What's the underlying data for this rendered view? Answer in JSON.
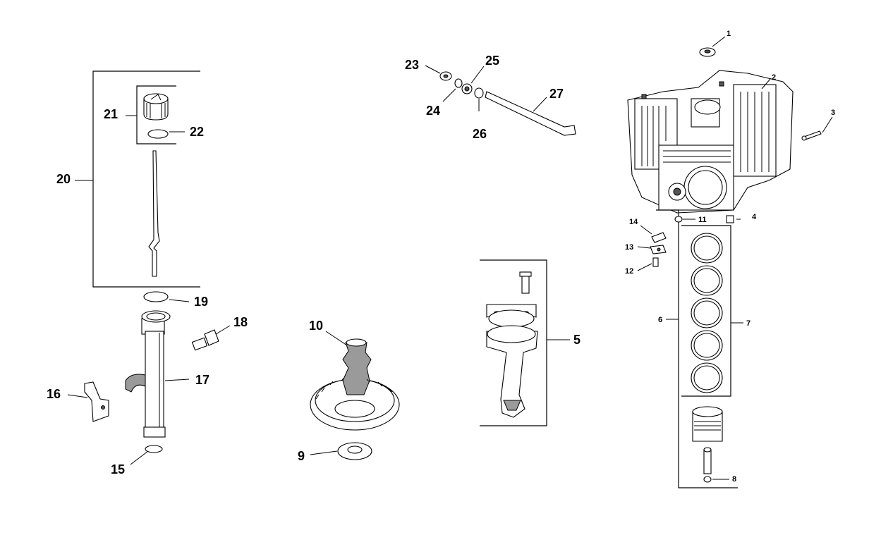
{
  "background": "#ffffff",
  "ink": "#000000",
  "callouts": {
    "c1": "1",
    "c2": "2",
    "c3": "3",
    "c4": "4",
    "c5": "5",
    "c6": "6",
    "c7": "7",
    "c8": "8",
    "c9": "9",
    "c10": "10",
    "c11": "11",
    "c12": "12",
    "c13": "13",
    "c14": "14",
    "c15": "15",
    "c16": "16",
    "c17": "17",
    "c18": "18",
    "c19": "19",
    "c20": "20",
    "c21": "21",
    "c22": "22",
    "c23": "23",
    "c24": "24",
    "c25": "25",
    "c26": "26",
    "c27": "27"
  }
}
